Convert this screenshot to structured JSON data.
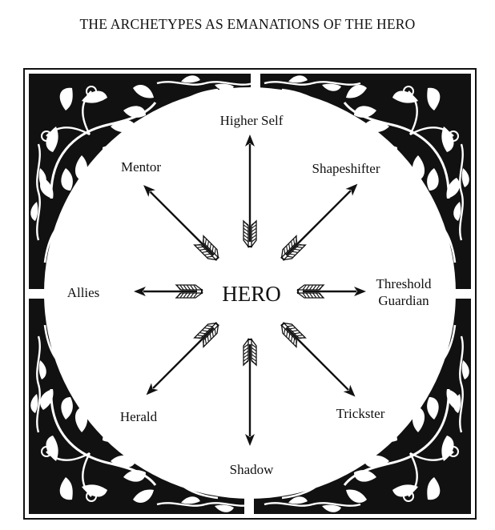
{
  "title": "THE ARCHETYPES AS EMANATIONS OF THE HERO",
  "center": "HERO",
  "archetypes": [
    {
      "name": "Higher Self"
    },
    {
      "name": "Shapeshifter"
    },
    {
      "name": "Threshold",
      "name2": "Guardian"
    },
    {
      "name": "Trickster"
    },
    {
      "name": "Shadow"
    },
    {
      "name": "Herald"
    },
    {
      "name": "Allies"
    },
    {
      "name": "Mentor"
    }
  ],
  "colors": {
    "ink": "#111111",
    "paper": "#ffffff"
  }
}
